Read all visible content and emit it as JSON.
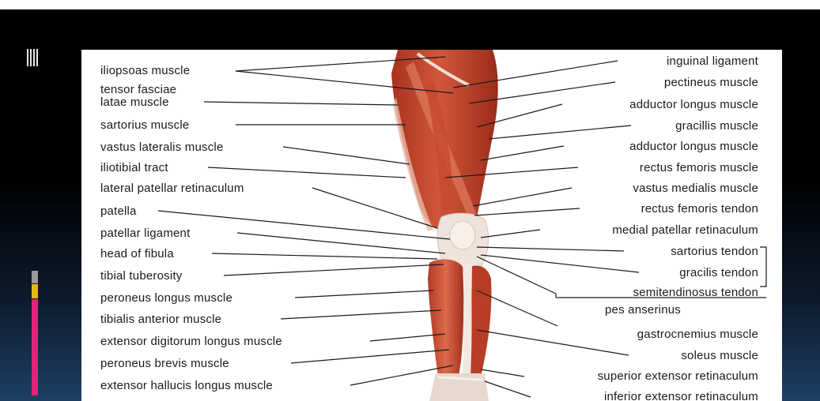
{
  "slide": {
    "accent_colors": [
      "#9a9a9a",
      "#e0b81a",
      "#d9287a"
    ]
  },
  "figure": {
    "left_labels": [
      "iliopsoas muscle",
      "tensor fasciae",
      "latae muscle",
      "sartorius muscle",
      "vastus lateralis muscle",
      "iliotibial tract",
      "lateral patellar retinaculum",
      "patella",
      "patellar ligament",
      "head of fibula",
      "tibial tuberosity",
      "peroneus longus muscle",
      "tibialis anterior muscle",
      "extensor digitorum longus muscle",
      "peroneus brevis muscle",
      "extensor hallucis longus muscle"
    ],
    "right_labels": [
      "inguinal ligament",
      "pectineus muscle",
      "adductor longus muscle",
      "gracillis muscle",
      "adductor longus muscle",
      "rectus femoris muscle",
      "vastus medialis muscle",
      "rectus femoris tendon",
      "medial patellar retinaculum",
      "sartorius tendon",
      "gracilis tendon",
      "semitendinosus tendon",
      "gastrocnemius muscle",
      "soleus muscle",
      "superior extensor retinaculum",
      "inferior extensor retinaculum"
    ],
    "group_label": "pes anserinus"
  }
}
